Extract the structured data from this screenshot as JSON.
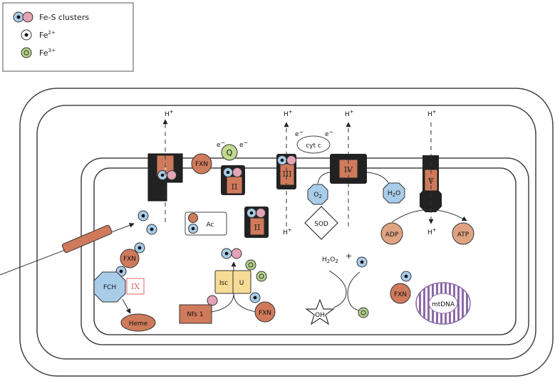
{
  "legend": {
    "fes_clusters": "Fe-S clusters",
    "fe2_base": "Fe",
    "fe2_sup": "2+",
    "fe3_base": "Fe",
    "fe3_sup": "3+"
  },
  "complexes": {
    "complex_1": "I",
    "complex_2a": "II",
    "complex_2b": "II",
    "complex_3": "III",
    "complex_4": "IV",
    "complex_5": "V",
    "complex_9": "IX"
  },
  "labels": {
    "fxn_top": "FXN",
    "q": "Q",
    "e_left": "e",
    "e_right": "e",
    "e_minus": "−",
    "cyt_c": "cyt c",
    "e_cyt_left": "e",
    "e_cyt_right": "e",
    "h1": "H",
    "h2": "H",
    "h3": "H",
    "h4": "H",
    "h_in3": "H",
    "h_in5": "H",
    "h_plus": "+",
    "o2_base": "O",
    "o2_sub": "2",
    "h2o_base": "H",
    "h2o_sub": "2",
    "h2o_tail": "O",
    "sod": "SOD",
    "ac": "Ac",
    "adp": "ADP",
    "atp": "ATP",
    "fxn_left": "FXN",
    "fch": "FCH",
    "heme": "Heme",
    "isc": "Isc",
    "u": "U",
    "nfs1": "Nfs 1",
    "fxn_center": "FXN",
    "h2o2_base": "H",
    "h2o2_sub1": "2",
    "h2o2_mid": "O",
    "h2o2_sub2": "2",
    "plus": "+",
    "oh": "OH",
    "fxn_right": "FXN",
    "mtdna": "mtDNA"
  },
  "colors": {
    "complex_fill": "#d07a5c",
    "complex_frame": "#222222",
    "fes_blue": "#a9cde9",
    "fes_pink": "#e3a4b6",
    "fe3_green": "#b4d089",
    "q_green": "#c1d98f",
    "octagon_blue": "#a9cde9",
    "isc_yellow": "#f6dc95",
    "adp_atp": "#e0a382",
    "mtdna_stripe": "#8b6aa8"
  }
}
